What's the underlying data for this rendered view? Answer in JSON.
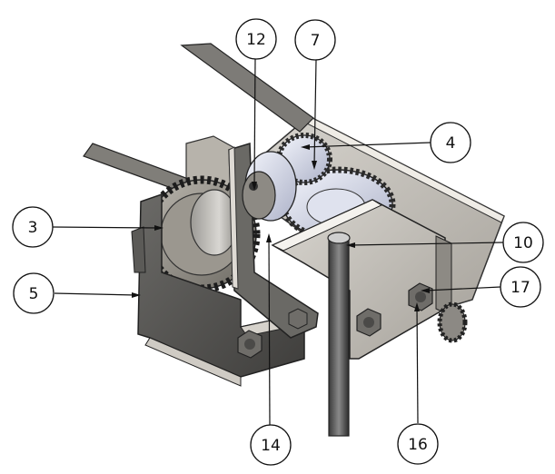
{
  "callouts": [
    {
      "id": "c12",
      "label": "12"
    },
    {
      "id": "c7",
      "label": "7"
    },
    {
      "id": "c4",
      "label": "4"
    },
    {
      "id": "c3",
      "label": "3"
    },
    {
      "id": "c10",
      "label": "10"
    },
    {
      "id": "c5",
      "label": "5"
    },
    {
      "id": "c17",
      "label": "17"
    },
    {
      "id": "c14",
      "label": "14"
    },
    {
      "id": "c16",
      "label": "16"
    }
  ]
}
